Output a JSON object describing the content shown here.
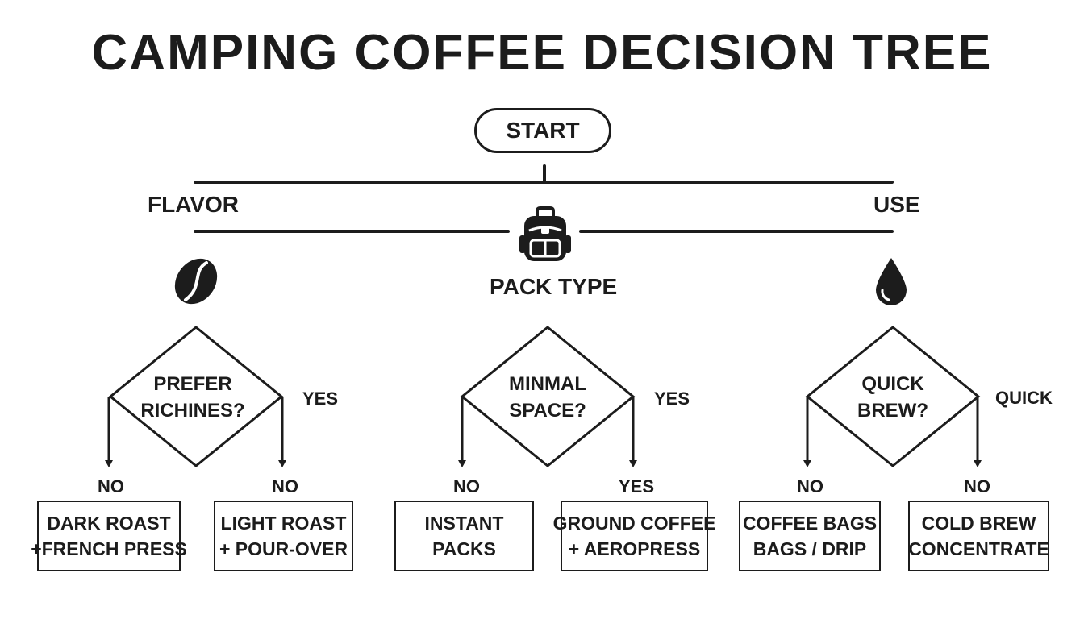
{
  "title": "CAMPING COFFEE DECISION TREE",
  "start": "START",
  "branches": {
    "left": "FLAVOR",
    "center": "PACK TYPE",
    "right": "USE"
  },
  "icons": {
    "left": "coffee-bean-icon",
    "center": "backpack-icon",
    "right": "water-drop-icon"
  },
  "decisions": [
    {
      "line1": "PREFER",
      "line2": "RICHINES?",
      "side_label": "YES",
      "left_label": "NO",
      "right_label": "NO",
      "left_box": [
        "DARK ROAST",
        "+FRENCH PRESS"
      ],
      "right_box": [
        "LIGHT ROAST",
        "+ POUR-OVER"
      ]
    },
    {
      "line1": "MINMAL",
      "line2": "SPACE?",
      "side_label": "YES",
      "left_label": "NO",
      "right_label": "YES",
      "left_box": [
        "INSTANT",
        "PACKS"
      ],
      "right_box": [
        "GROUND COFFEE",
        "+ AEROPRESS"
      ]
    },
    {
      "line1": "QUICK",
      "line2": "BREW?",
      "side_label": "QUICK",
      "left_label": "NO",
      "right_label": "NO",
      "left_box": [
        "COFFEE BAGS",
        "BAGS / DRIP"
      ],
      "right_box": [
        "COLD BREW",
        "CONCENTRATE"
      ]
    }
  ]
}
